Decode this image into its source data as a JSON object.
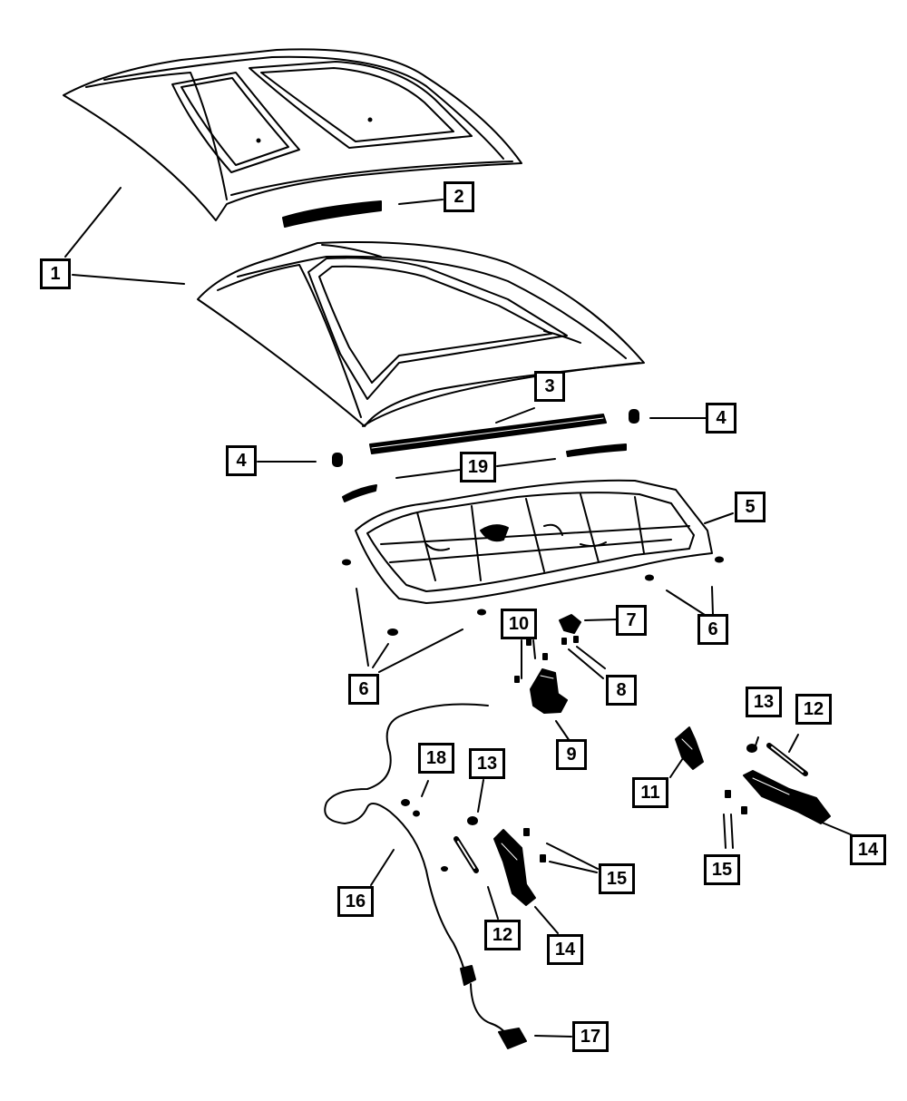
{
  "diagram": {
    "stroke_color": "#000000",
    "background_color": "#ffffff",
    "parts": [
      {
        "id": "hood-outer-panel"
      },
      {
        "id": "hood-scoop-seal"
      },
      {
        "id": "hood-panel"
      },
      {
        "id": "front-seal"
      },
      {
        "id": "bumper-stop"
      },
      {
        "id": "hood-inner-panel"
      },
      {
        "id": "insulator-clip"
      },
      {
        "id": "latch-striker"
      },
      {
        "id": "screw"
      },
      {
        "id": "hood-latch"
      },
      {
        "id": "bolt"
      },
      {
        "id": "hinge-bracket"
      },
      {
        "id": "gas-strut"
      },
      {
        "id": "nut"
      },
      {
        "id": "hood-hinge"
      },
      {
        "id": "hinge-bolt"
      },
      {
        "id": "release-cable"
      },
      {
        "id": "release-handle"
      },
      {
        "id": "cable-clip"
      },
      {
        "id": "rear-seal"
      }
    ],
    "callouts": [
      {
        "label": "1"
      },
      {
        "label": "2"
      },
      {
        "label": "3"
      },
      {
        "label": "4"
      },
      {
        "label": "4"
      },
      {
        "label": "19"
      },
      {
        "label": "5"
      },
      {
        "label": "7"
      },
      {
        "label": "10"
      },
      {
        "label": "6"
      },
      {
        "label": "8"
      },
      {
        "label": "6"
      },
      {
        "label": "9"
      },
      {
        "label": "13"
      },
      {
        "label": "12"
      },
      {
        "label": "18"
      },
      {
        "label": "13"
      },
      {
        "label": "11"
      },
      {
        "label": "14"
      },
      {
        "label": "15"
      },
      {
        "label": "16"
      },
      {
        "label": "15"
      },
      {
        "label": "12"
      },
      {
        "label": "14"
      },
      {
        "label": "17"
      }
    ]
  }
}
